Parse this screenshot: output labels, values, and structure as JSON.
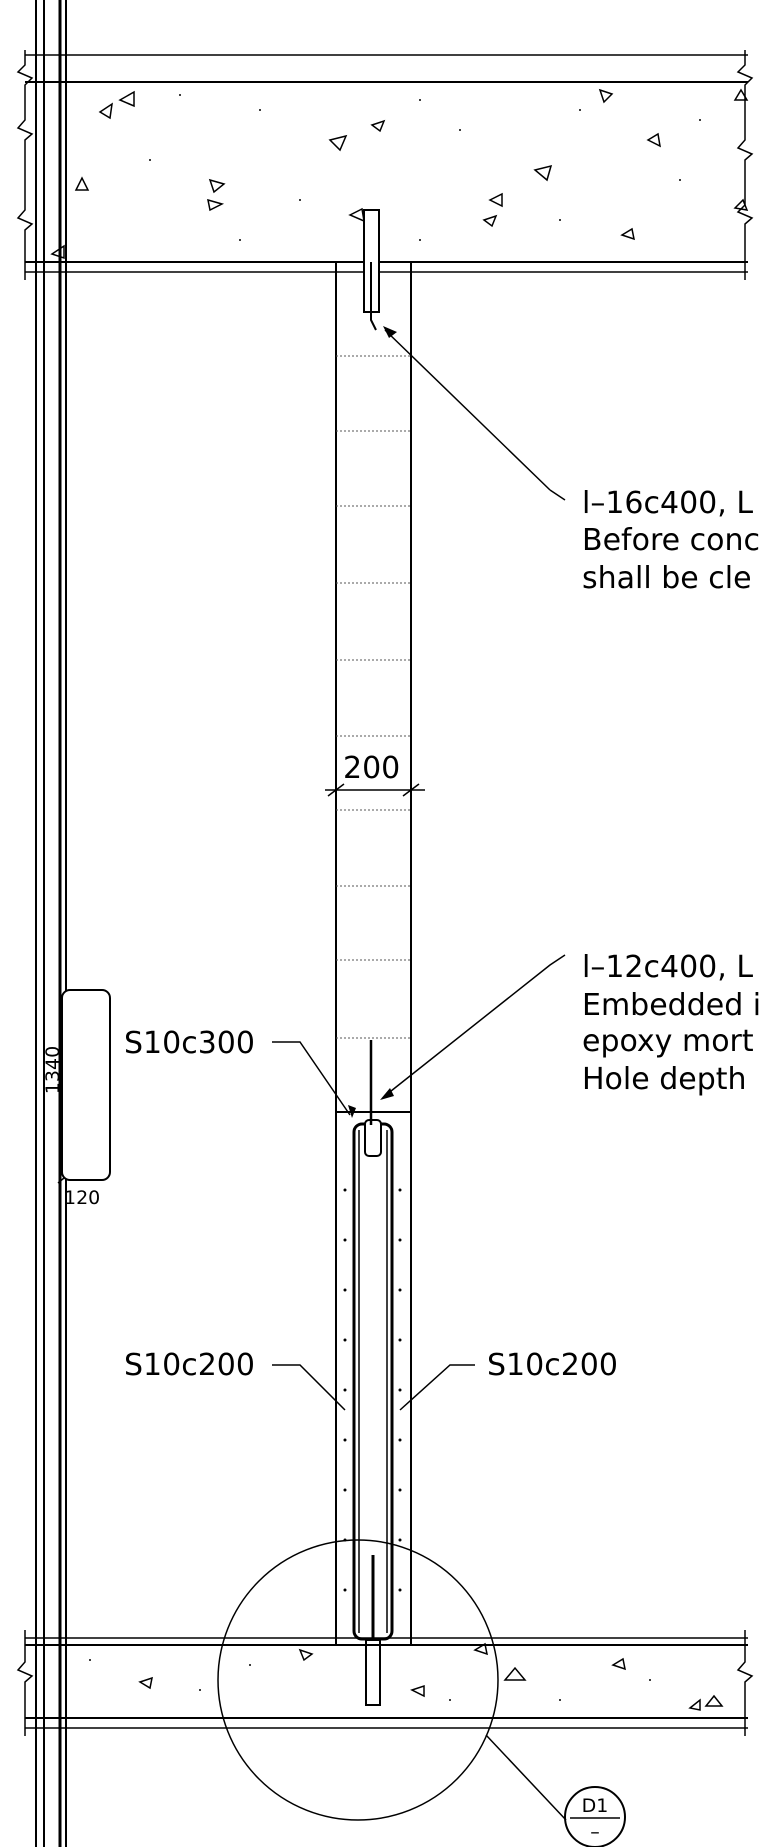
{
  "drawing": {
    "dimension_wall_width": "200",
    "dimension_vertical": "1340",
    "dimension_opening_width": "120",
    "bar_top_line1": "l–16c400, L",
    "bar_top_line2": "Before conc",
    "bar_top_line3": "shall be cle",
    "bar_mid_line1": "l–12c400, L",
    "bar_mid_line2": "Embedded i",
    "bar_mid_line3": "epoxy mort",
    "bar_mid_line4": "Hole depth",
    "stirrup_top": "S10c300",
    "stirrup_left": "S10c200",
    "stirrup_right": "S10c200",
    "detail_tag": "D1",
    "detail_sub": "–"
  }
}
